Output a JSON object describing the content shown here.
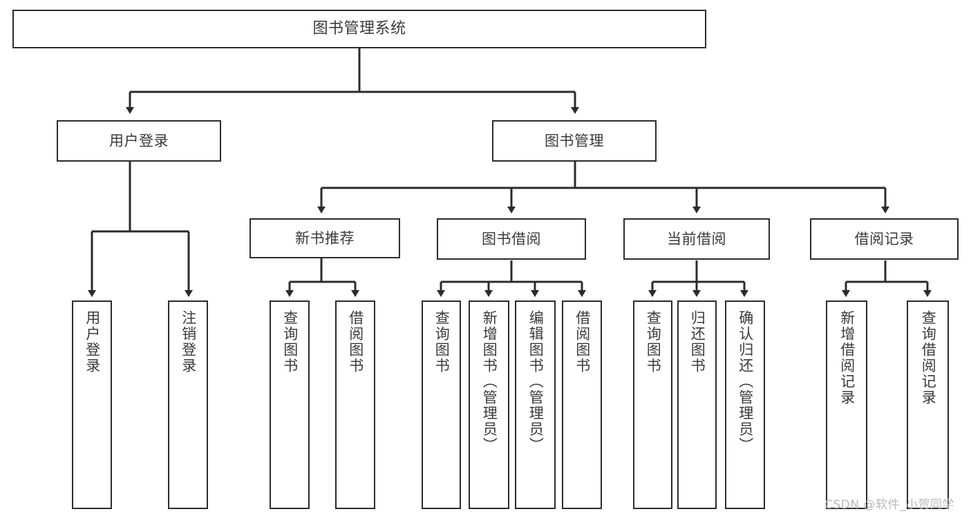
{
  "diagram": {
    "title": "图书管理系统",
    "type": "tree",
    "watermark": "CSDN @软件_小贺同学",
    "colors": {
      "box_border": "#2b2b2b",
      "box_fill": "#ffffff",
      "connector": "#2b2b2b",
      "text": "#3a3a3a",
      "background": "#ffffff",
      "watermark": "#b9b9b9"
    },
    "nodes": {
      "root": {
        "label": "图书管理系统",
        "level": 1
      },
      "level2": [
        {
          "id": "user-login",
          "label": "用户登录"
        },
        {
          "id": "book-manage",
          "label": "图书管理"
        }
      ],
      "level3": [
        {
          "id": "new-book-recommend",
          "label": "新书推荐",
          "parent": "book-manage"
        },
        {
          "id": "book-borrow",
          "label": "图书借阅",
          "parent": "book-manage"
        },
        {
          "id": "current-borrow",
          "label": "当前借阅",
          "parent": "book-manage"
        },
        {
          "id": "borrow-record",
          "label": "借阅记录",
          "parent": "book-manage"
        }
      ],
      "leaves": {
        "user-login": [
          {
            "id": "leaf-user-login",
            "label": "用户登录"
          },
          {
            "id": "leaf-user-logout",
            "label": "注销登录"
          }
        ],
        "new-book-recommend": [
          {
            "id": "leaf-query-book-1",
            "label": "查询图书"
          },
          {
            "id": "leaf-borrow-book-1",
            "label": "借阅图书"
          }
        ],
        "book-borrow": [
          {
            "id": "leaf-query-book-2",
            "label": "查询图书"
          },
          {
            "id": "leaf-add-book",
            "label": "新增图书（管理员）"
          },
          {
            "id": "leaf-edit-book",
            "label": "编辑图书（管理员）"
          },
          {
            "id": "leaf-borrow-book-2",
            "label": "借阅图书"
          }
        ],
        "current-borrow": [
          {
            "id": "leaf-query-book-3",
            "label": "查询图书"
          },
          {
            "id": "leaf-return-book",
            "label": "归还图书"
          },
          {
            "id": "leaf-confirm-return",
            "label": "确认归还（管理员）"
          }
        ],
        "borrow-record": [
          {
            "id": "leaf-add-record",
            "label": "新增借阅记录"
          },
          {
            "id": "leaf-query-record",
            "label": "查询借阅记录"
          }
        ]
      }
    }
  }
}
